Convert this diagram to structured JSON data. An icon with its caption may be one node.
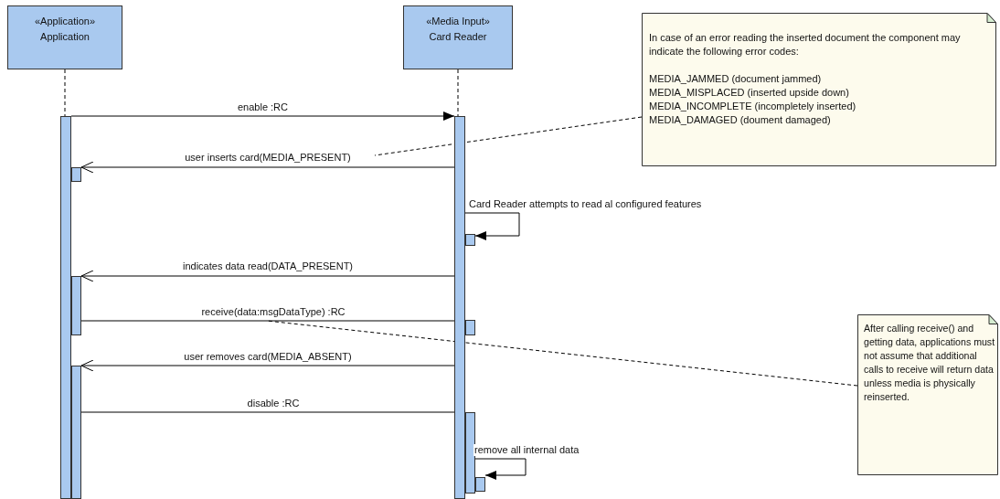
{
  "diagram": {
    "nodes": [
      {
        "text": [
          "«Application»",
          "Application"
        ]
      },
      {
        "text": [
          "«Media Input»",
          "Card Reader"
        ]
      },
      {
        "text": [
          "In case of an error reading the inserted document the component may indicate the following error codes:",
          "MEDIA_JAMMED (document jammed)",
          "MEDIA_MISPLACED (inserted upside down)",
          "MEDIA_INCOMPLETE (incompletely inserted)",
          "MEDIA_DAMAGED (doument damaged)"
        ]
      },
      {
        "text": [
          "After calling receive() and getting data, applications must not assume that additional calls to receive will return data unless media is physically reinserted."
        ]
      },
      {
        "text": [],
        "shape": "bar"
      },
      {
        "text": [],
        "shape": "bar"
      },
      {
        "text": [],
        "shape": "bar"
      },
      {
        "text": [],
        "shape": "bar"
      },
      {
        "text": [],
        "shape": "bar"
      },
      {
        "text": [],
        "shape": "bar"
      },
      {
        "text": [],
        "shape": "bar"
      },
      {
        "text": [],
        "shape": "bar"
      },
      {
        "text": [],
        "shape": "bar"
      }
    ],
    "edges": [
      {
        "from": 0,
        "to": 4,
        "arrow": "none",
        "style": "dashed"
      },
      {
        "from": 1,
        "to": 5,
        "arrow": "none",
        "style": "dashed"
      },
      {
        "from": 4,
        "to": 5,
        "arrow": "to",
        "label": "enable :RC"
      },
      {
        "from": 5,
        "to": 6,
        "arrow": "to",
        "label": "user inserts card(MEDIA_PRESENT)"
      },
      {
        "from": 5,
        "to": 7,
        "arrow": "to",
        "label": "Card Reader attempts to read al configured features"
      },
      {
        "from": 5,
        "to": 8,
        "arrow": "to",
        "label": "indicates data read(DATA_PRESENT)"
      },
      {
        "from": 8,
        "to": 9,
        "arrow": "to",
        "label": "receive(data:msgDataType) :RC"
      },
      {
        "from": 5,
        "to": 10,
        "arrow": "to",
        "label": "user removes card(MEDIA_ABSENT)"
      },
      {
        "from": 10,
        "to": 11,
        "arrow": "to",
        "label": "disable :RC"
      },
      {
        "from": 11,
        "to": 12,
        "arrow": "to",
        "label": "remove all internal data"
      },
      {
        "from": 2,
        "to": null,
        "arrow": "none",
        "style": "dashed"
      },
      {
        "from": 3,
        "to": null,
        "arrow": "none",
        "style": "dashed"
      }
    ]
  }
}
